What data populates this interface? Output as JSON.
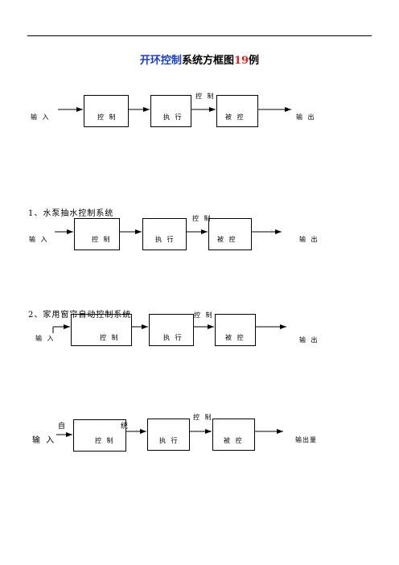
{
  "title": {
    "part1": "开环控制",
    "part2": "系统方框图",
    "part3": "19",
    "part4": "例"
  },
  "diagrams": [
    {
      "heading": "",
      "input": "输 入",
      "box1": "控 制",
      "box2": "执 行",
      "box3": "被 控",
      "top": "控 制",
      "output": "输 出"
    },
    {
      "heading": "1、水泵抽水控制系统",
      "input": "输 入",
      "box1": "控 制",
      "box2": "执 行",
      "box3": "被 控",
      "top": "控 制",
      "output": "输 出"
    },
    {
      "heading": "2、家用窗帘自动控制系统",
      "input": "输 入",
      "box1": "控 制",
      "box2": "执 行",
      "box3": "被 控",
      "top": "控 制",
      "output": "输 出"
    },
    {
      "heading": "自",
      "heading_tail": "统",
      "input": "输 入",
      "box1": "控 制",
      "box2": "执 行",
      "box3": "被 控",
      "top": "控 制",
      "output": "输出量"
    }
  ]
}
